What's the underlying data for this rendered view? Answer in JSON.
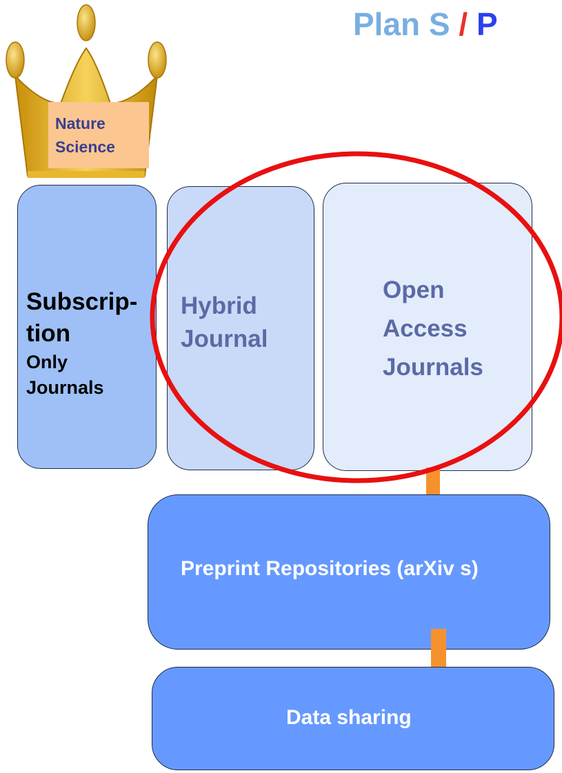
{
  "title": {
    "part1": "Plan S",
    "slash": "/",
    "part2": "P"
  },
  "crown": {
    "line1": "Nature",
    "line2": "Science"
  },
  "subscription": {
    "line1": "Subscrip-",
    "line2": "tion",
    "line3": "Only",
    "line4": "Journals"
  },
  "hybrid": {
    "line1": "Hybrid",
    "line2": "Journal"
  },
  "open_access": {
    "line1": "Open",
    "line2": "Access",
    "line3": "Journals"
  },
  "preprint": {
    "label": "Preprint Repositories (arXiv s)"
  },
  "data_sharing": {
    "label": "Data sharing"
  },
  "colors": {
    "title_light_blue": "#79aee0",
    "slash_red": "#e8332b",
    "title_dark_blue": "#2b3ff0",
    "crown_gold": "#d9a514",
    "crown_label": "#fcc690",
    "subscription_fill": "#9ec0f7",
    "hybrid_fill": "#c8daf7",
    "open_access_fill": "#e3ecfb",
    "repository_fill": "#6699ff",
    "connector": "#f6922d",
    "highlight_ellipse": "#e81010"
  }
}
